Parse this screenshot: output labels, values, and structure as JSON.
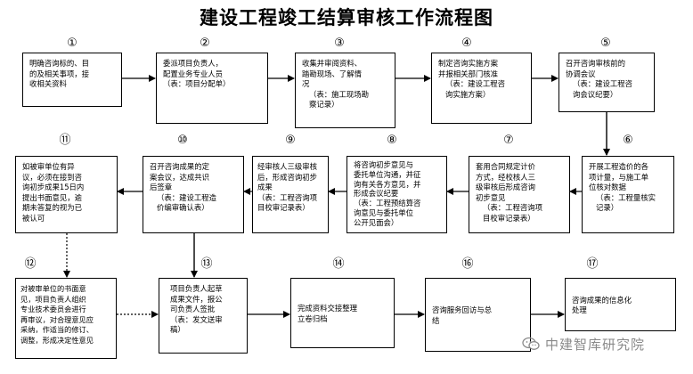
{
  "title": "建设工程竣工结算审核工作流程图",
  "steps": [
    {
      "num": "①",
      "lines": [
        "明确咨询标的、目",
        "的及相关事项，接",
        "收相关资料"
      ]
    },
    {
      "num": "②",
      "lines": [
        "委派项目负责人，",
        "配置业务专业人员",
        "（表：项目分配单）"
      ]
    },
    {
      "num": "③",
      "lines": [
        "收集并审阅资料、",
        "踏勘现场、了解情",
        "况",
        "（表：施工现场勘",
        "察记录）"
      ]
    },
    {
      "num": "④",
      "lines": [
        "制定咨询实施方案",
        "并报相关部门核准",
        "（表：建设工程咨",
        "询实施方案）"
      ]
    },
    {
      "num": "⑤",
      "lines": [
        "召开咨询审核前的",
        "协调会议",
        "（表：建设工程咨",
        "询会议纪要）"
      ]
    },
    {
      "num": "⑥",
      "lines": [
        "开展工程造价的各",
        "项计量，与施工单",
        "位核对数据",
        "（表：工程量核实",
        "记录）"
      ]
    },
    {
      "num": "⑦",
      "lines": [
        "套用合同规定计价",
        "方式，经校核人三",
        "级审核后形成咨询",
        "初步意见",
        "（表：工程咨询项",
        "目校审记录表）"
      ]
    },
    {
      "num": "⑧",
      "lines": [
        "将咨询初步意见与",
        "委托单位沟通，并征",
        "询有关各方意见，并",
        "形成会议纪要",
        "（表：工程预结算咨",
        "询意见与委托单位",
        "公开见面会）"
      ]
    },
    {
      "num": "⑨",
      "lines": [
        "经审核人三级审核",
        "后，形成咨询初步",
        "成果",
        "（表：工程咨询项",
        "目校审记录表）"
      ]
    },
    {
      "num": "⑩",
      "lines": [
        "召开咨询成果的定",
        "案会议，达成共识",
        "后签章",
        "（表：建设工程造",
        "价编审确认表）"
      ]
    },
    {
      "num": "⑪",
      "lines": [
        "如被审单位有异",
        "议，必须在接到咨",
        "询初步成果15日内",
        "提出书面意见，逾",
        "期未答复的视为已",
        "被认可"
      ]
    },
    {
      "num": "⑫",
      "lines": [
        "对被审单位的书面意",
        "见，项目负责人组织",
        "专业技术委员会进行",
        "再审议，对合理意见应",
        "采纳，作适当的修订、",
        "调整，形成决定性意见"
      ]
    },
    {
      "num": "⑬",
      "lines": [
        "项目负责人起草",
        "成果文件，报公",
        "司负责人签批",
        "（表：发文送审",
        "稿）"
      ]
    },
    {
      "num": "⑭",
      "lines": [
        "完成资料交接整理",
        "立卷归档"
      ]
    },
    {
      "num": "⑯",
      "lines": [
        "咨询服务回访与总",
        "结"
      ]
    },
    {
      "num": "⑰",
      "lines": [
        "咨询成果的信息化",
        "处理"
      ]
    }
  ],
  "watermark": {
    "text": "中建智库研究院",
    "icon": "wechat-icon"
  }
}
